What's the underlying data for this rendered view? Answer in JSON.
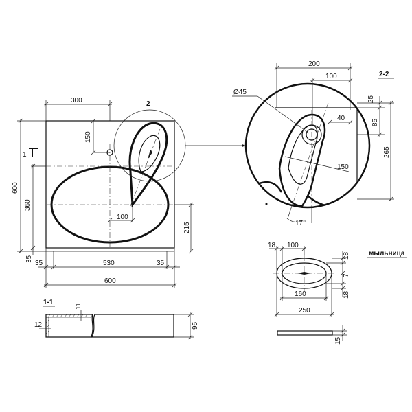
{
  "plan": {
    "dims": {
      "top_300": "300",
      "v_150": "150",
      "left_600": "600",
      "left_360": "360",
      "left_35": "35",
      "small_1": "1",
      "h_100": "100",
      "right_215": "215",
      "bottom_35_left": "35",
      "bottom_530": "530",
      "bottom_35_right": "35",
      "bottom_600": "600"
    },
    "callout_label": "2"
  },
  "section_1_1": {
    "label": "1-1",
    "dims": {
      "d11": "11",
      "d12": "12",
      "d95": "95"
    }
  },
  "detail_2_2": {
    "label": "2-2",
    "dims": {
      "d200": "200",
      "d100": "100",
      "d25": "25",
      "d85": "85",
      "d265": "265",
      "diam45": "Ø45",
      "d40": "40",
      "d150": "150",
      "angle17": "17°"
    }
  },
  "soap_dish": {
    "label": "мыльница",
    "dims": {
      "d18_left": "18",
      "d100": "100",
      "d18_top": "18",
      "d7": "7",
      "d18_bottom": "18",
      "d160": "160",
      "d250": "250",
      "d15": "15"
    }
  }
}
